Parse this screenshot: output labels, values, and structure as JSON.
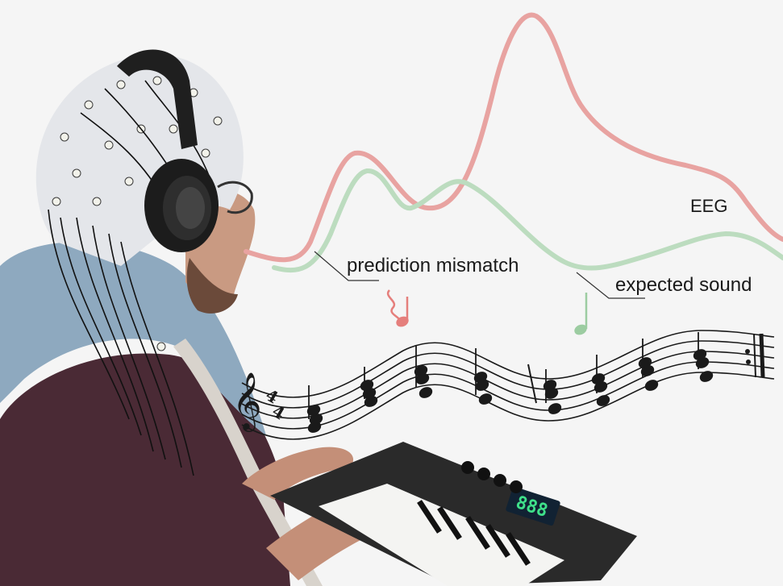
{
  "labels": {
    "eeg": "EEG",
    "prediction_mismatch": "prediction mismatch",
    "expected_sound": "expected sound"
  },
  "colors": {
    "eeg_trace": "#e8a3a1",
    "expected_trace": "#bcdcbf",
    "note_red": "#e57f7c",
    "note_green": "#9ccca1",
    "background": "#f5f5f5",
    "staff": "#1a1a1a"
  },
  "icons": {
    "clef": "treble-clef-icon",
    "time_signature": "time-signature-4-4",
    "mismatch_note": "red-music-note-icon",
    "expected_note": "green-music-note-icon"
  },
  "illustration": "person-with-eeg-cap-headphones-playing-midi-keyboard"
}
